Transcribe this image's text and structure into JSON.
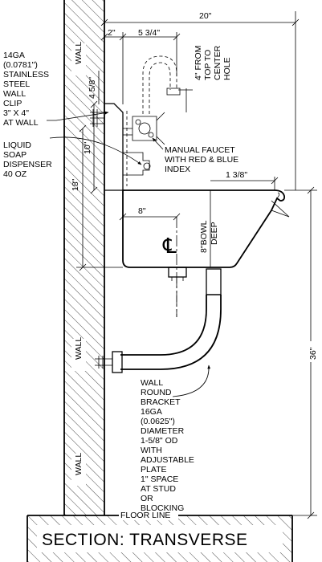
{
  "title": "SECTION: TRANSVERSE",
  "wall_labels": [
    "WALL",
    "WALL",
    "WALL"
  ],
  "floor_line": "FLOOR LINE",
  "dimensions": {
    "overall_width": "20\"",
    "offset_2": "2\"",
    "offset_5_3_4": "5 3/4\"",
    "to_center_hole": [
      "4\" FROM",
      "TOP TO",
      "CENTER",
      "HOLE"
    ],
    "clip_4_5_8": "4 5/8\"",
    "dispenser_10": "10\"",
    "height_18": "18\"",
    "rim_1_3_8": "1 3/8\"",
    "bowl_8": "8\"",
    "bowl_deep": [
      "8\"BOWL",
      "DEEP"
    ],
    "height_36": "36\""
  },
  "annotations": {
    "wall_clip": [
      "14GA",
      "(0.0781\")",
      "STAINLESS",
      "STEEL",
      "WALL",
      "CLIP",
      "3\" X 4\"",
      "AT WALL"
    ],
    "soap_dispenser": [
      "LIQUID",
      "SOAP",
      "DISPENSER",
      "40 OZ"
    ],
    "faucet": [
      "MANUAL FAUCET",
      "WITH RED & BLUE",
      "INDEX"
    ],
    "bracket": [
      "WALL",
      "ROUND",
      "BRACKET",
      "16GA",
      "(0.0625\")",
      "DIAMETER",
      "1-5/8\" OD",
      "WITH",
      "ADJUSTABLE",
      "PLATE",
      "1\" SPACE",
      "AT STUD",
      "OR",
      "BLOCKING"
    ]
  },
  "centerline_symbol": "℄"
}
